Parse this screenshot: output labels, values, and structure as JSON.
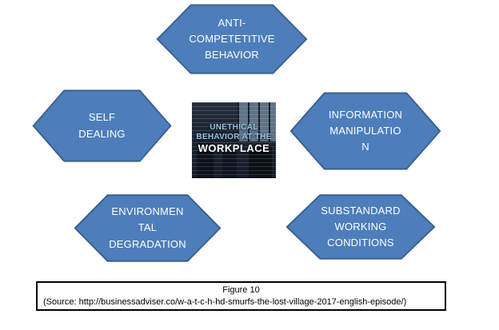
{
  "diagram": {
    "center": {
      "title": "UNETHICAL\nBEHAVIOR AT THE",
      "subtitle": "WORKPLACE"
    },
    "hexagons": [
      {
        "id": "anti-competitive-behavior",
        "label": "ANTI-\nCOMPETETITIVE\nBEHAVIOR"
      },
      {
        "id": "self-dealing",
        "label": "SELF\nDEALING"
      },
      {
        "id": "information-manipulation",
        "label": "INFORMATION\nMANIPULATIO\nN"
      },
      {
        "id": "environmental-degradation",
        "label": "ENVIRONMEN\nTAL\nDEGRADATION"
      },
      {
        "id": "substandard-working-conditions",
        "label": "SUBSTANDARD\nWORKING\nCONDITIONS"
      }
    ]
  },
  "caption": {
    "figure_label": "Figure 10",
    "source_line": "(Source: http://businessadviser.co/w-a-t-c-h-hd-smurfs-the-lost-village-2017-english-episode/)"
  },
  "colors": {
    "page_bg": "#ffffff",
    "hexagon_fill": "#4d7ebb",
    "hexagon_border": "#3a618f",
    "hexagon_text": "#ffffff",
    "center_image_bg": "#161c26",
    "center_title_color": "#8fc3dd",
    "center_subtitle_color": "#ffffff",
    "caption_border": "#000000"
  }
}
